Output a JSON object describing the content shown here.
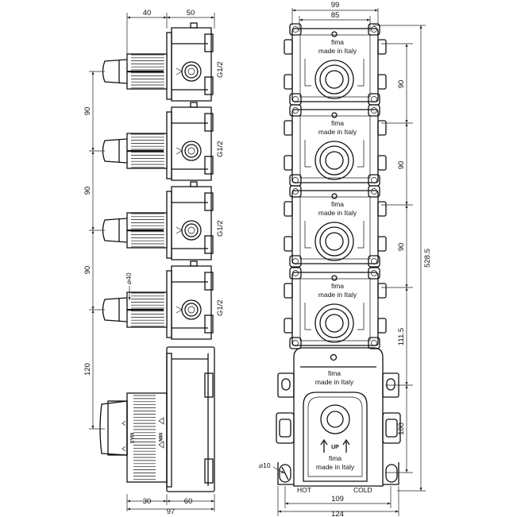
{
  "left_view": {
    "dim_top": [
      "40",
      "50"
    ],
    "dim_left": [
      "90",
      "90",
      "90",
      "120"
    ],
    "diameter": "⌀40",
    "thread": "G1/2",
    "dim_bottom_parts": [
      "30",
      "60"
    ],
    "dim_bottom_total": "97",
    "mark_max": "MAX",
    "mark_min": "MIN"
  },
  "right_view": {
    "dim_top_outer": "99",
    "dim_top_inner": "85",
    "dim_right": [
      "90",
      "90",
      "90",
      "111.5",
      "100"
    ],
    "dim_total_height": "528.5",
    "brand": "fima",
    "made_in": "made in Italy",
    "up_label": "UP",
    "hole_dia": "⌀10",
    "hot": "HOT",
    "cold": "COLD",
    "dim_bottom_inner": "109",
    "dim_bottom_outer": "124"
  }
}
